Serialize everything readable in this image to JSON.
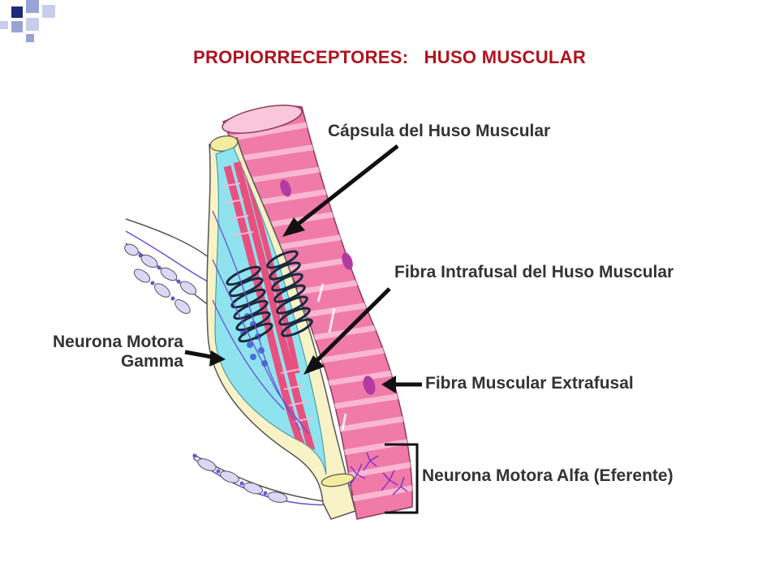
{
  "title": "PROPIORRECEPTORES:   HUSO MUSCULAR",
  "colors": {
    "title": "#b0131d",
    "label": "#333333",
    "extrafusal_fiber": "#f07aa8",
    "extrafusal_stripe": "#f9b8d2",
    "spindle_fluid": "#8fe3ee",
    "capsule": "#f7f3c6",
    "nerve": "#6a4fd6",
    "arrow": "#111111",
    "corner_dark": "#1f2a7a",
    "corner_light": "#9aa3d6"
  },
  "labels": {
    "capsule": "Cápsula del Huso Muscular",
    "intrafusal": "Fibra Intrafusal del Huso Muscular",
    "gamma_line1": "Neurona Motora",
    "gamma_line2": "Gamma",
    "extrafusal": "Fibra Muscular Extrafusal",
    "alpha": "Neurona Motora Alfa (Eferente)"
  }
}
